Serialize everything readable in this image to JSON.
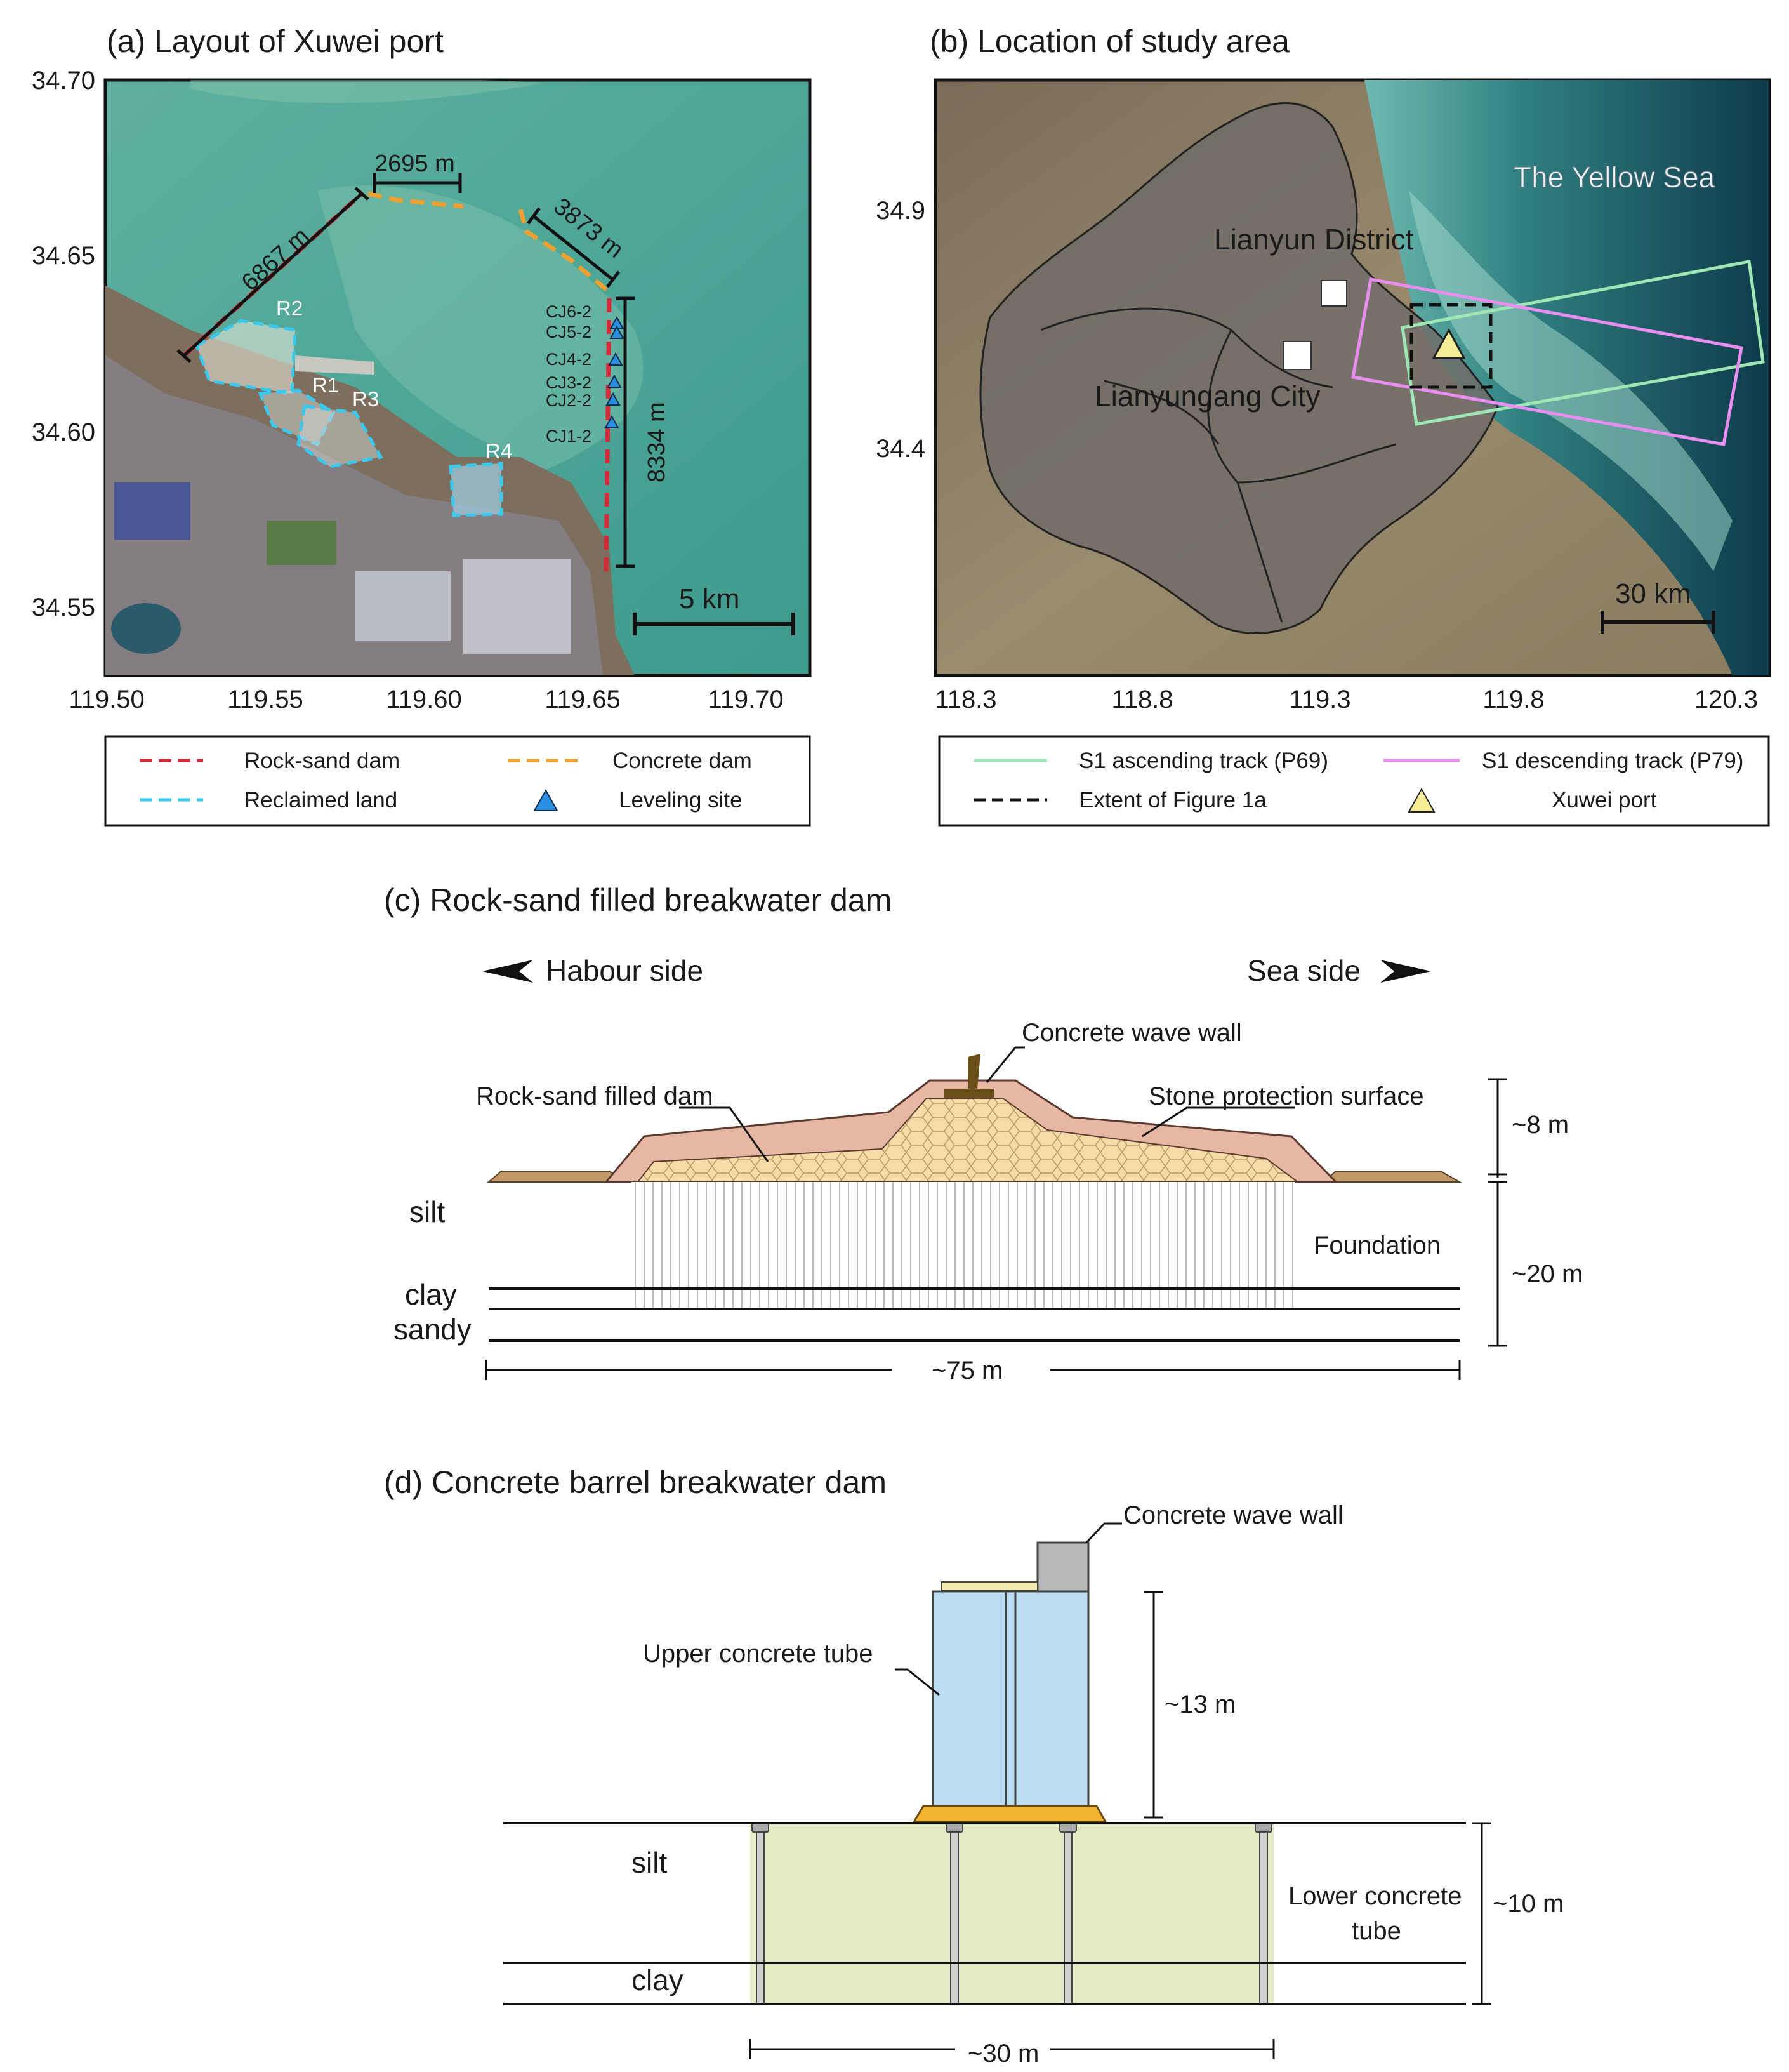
{
  "panel_a": {
    "title": "(a) Layout of Xuwei port",
    "y_ticks": [
      "34.70",
      "34.65",
      "34.60",
      "34.55"
    ],
    "x_ticks": [
      "119.50",
      "119.55",
      "119.60",
      "119.65",
      "119.70"
    ],
    "dims": {
      "d1": "6867 m",
      "d2": "2695 m",
      "d3": "3873 m",
      "d4": "8334 m"
    },
    "regions": [
      "R2",
      "R1",
      "R3",
      "R4"
    ],
    "sites": [
      "CJ6-2",
      "CJ5-2",
      "CJ4-2",
      "CJ3-2",
      "CJ2-2",
      "CJ1-2"
    ],
    "scalebar": "5 km",
    "legend": {
      "rock_sand": "Rock-sand dam",
      "concrete": "Concrete dam",
      "reclaimed": "Reclaimed land",
      "leveling": "Leveling site"
    }
  },
  "panel_b": {
    "title": "(b) Location of study area",
    "y_ticks": [
      "34.9",
      "34.4"
    ],
    "x_ticks": [
      "118.3",
      "118.8",
      "119.3",
      "119.8",
      "120.3"
    ],
    "sea_label": "The Yellow Sea",
    "district_label": "Lianyun District",
    "city_label": "Lianyungang City",
    "scalebar": "30 km",
    "legend": {
      "ascending": "S1 ascending track (P69)",
      "descending": "S1 descending track (P79)",
      "extent": "Extent of Figure 1a",
      "port": "Xuwei port"
    }
  },
  "panel_c": {
    "title": "(c) Rock-sand filled breakwater dam",
    "harbour": "Habour side",
    "sea": "Sea side",
    "wave_wall": "Concrete wave wall",
    "filled_dam": "Rock-sand filled dam",
    "stone_surface": "Stone protection surface",
    "height_8": "~8 m",
    "height_20": "~20 m",
    "silt": "silt",
    "clay": "clay",
    "sandy": "sandy",
    "foundation": "Foundation",
    "width": "~75 m"
  },
  "panel_d": {
    "title": "(d) Concrete barrel breakwater dam",
    "wave_wall": "Concrete wave wall",
    "upper_tube": "Upper concrete tube",
    "height_13": "~13 m",
    "silt": "silt",
    "lower_tube_1": "Lower concrete",
    "lower_tube_2": "tube",
    "height_10": "~10 m",
    "clay": "clay",
    "width": "~30 m"
  },
  "colors": {
    "rock_sand_dam": "#d42a3a",
    "concrete_dam": "#f0a030",
    "reclaimed_land": "#39c8ee",
    "leveling_site": "#2a8fe0",
    "ascending_track": "#9ee6b4",
    "descending_track": "#e78ef0",
    "port_marker": "#f6ec98",
    "sea": "#4fa89a",
    "land": "#8c7e66"
  }
}
